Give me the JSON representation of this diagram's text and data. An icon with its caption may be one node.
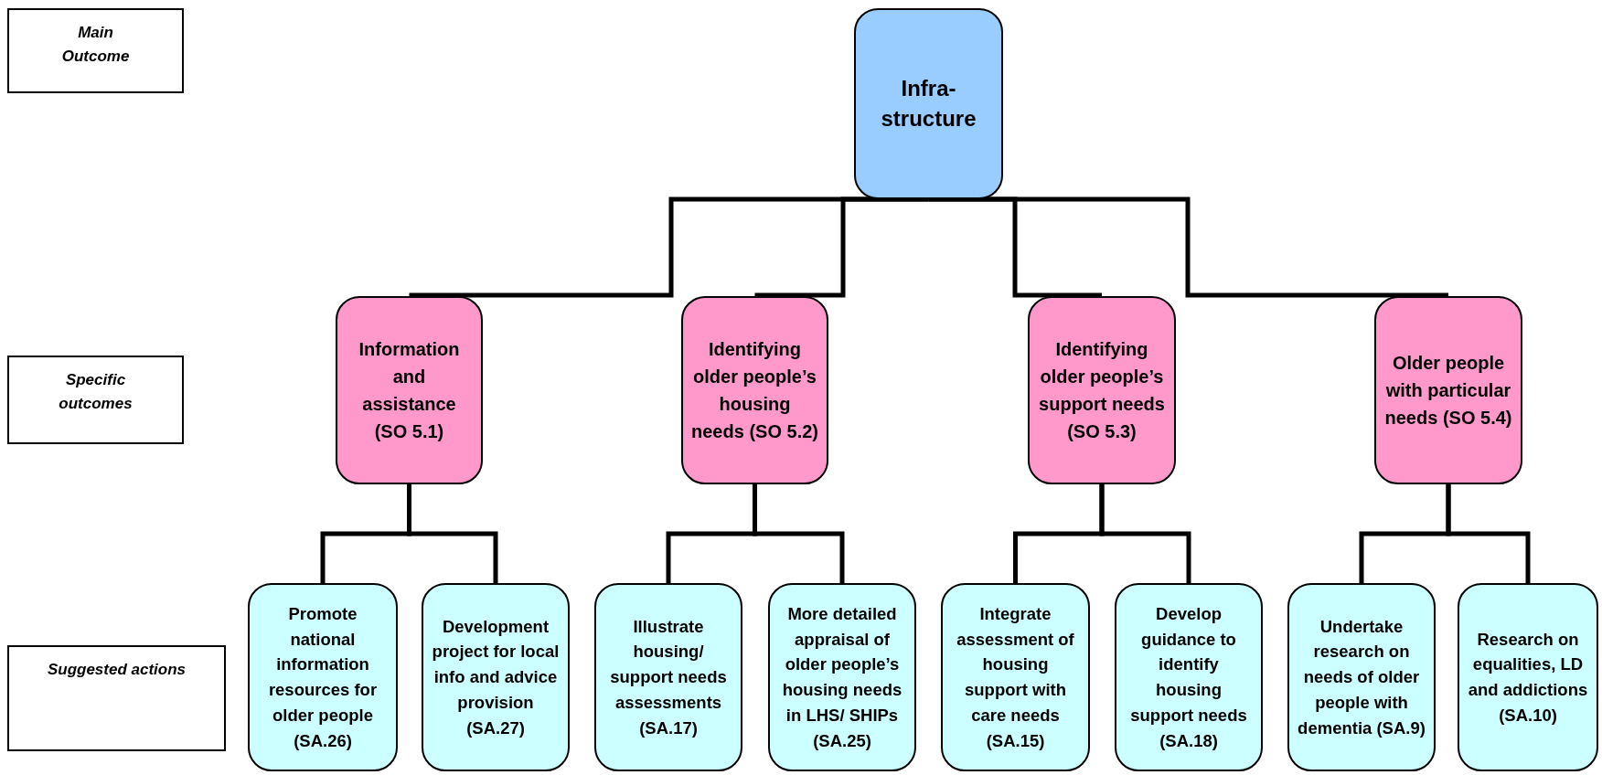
{
  "diagram": {
    "nodes": [
      {
        "text": [
          "Main Outcome"
        ]
      },
      {
        "text": [
          "Infra-structure"
        ]
      },
      {
        "text": [
          "Specific outcomes"
        ]
      },
      {
        "text": [
          "Information and assistance (SO 5.1)"
        ]
      },
      {
        "text": [
          "Identifying older people’s housing needs (SO 5.2)"
        ]
      },
      {
        "text": [
          "Identifying older people’s support needs (SO 5.3)"
        ]
      },
      {
        "text": [
          "Older people with particular needs (SO 5.4)"
        ]
      },
      {
        "text": [
          "Suggested actions"
        ]
      },
      {
        "text": [
          "Promote national information resources for older people (SA.26)"
        ]
      },
      {
        "text": [
          "Development project for local info and advice provision (SA.27)"
        ]
      },
      {
        "text": [
          "Illustrate housing/ support needs assessments (SA.17)"
        ]
      },
      {
        "text": [
          "More detailed appraisal of older people’s housing needs in LHS/ SHIPs (SA.25)"
        ]
      },
      {
        "text": [
          "Integrate assessment of housing support with care needs (SA.15)"
        ]
      },
      {
        "text": [
          "Develop guidance to identify housing support needs (SA.18)"
        ]
      },
      {
        "text": [
          "Undertake research on needs of older people with dementia (SA.9)"
        ]
      },
      {
        "text": [
          "Research on equalities,  LD and addictions (SA.10)"
        ]
      }
    ],
    "edges": [
      {
        "from": 1,
        "to": 3,
        "arrow": "none"
      },
      {
        "from": 1,
        "to": 4,
        "arrow": "none"
      },
      {
        "from": 1,
        "to": 5,
        "arrow": "none"
      },
      {
        "from": 1,
        "to": 6,
        "arrow": "none"
      },
      {
        "from": 3,
        "to": 8,
        "arrow": "none"
      },
      {
        "from": 3,
        "to": 9,
        "arrow": "none"
      },
      {
        "from": 4,
        "to": 10,
        "arrow": "none"
      },
      {
        "from": 4,
        "to": 11,
        "arrow": "none"
      },
      {
        "from": 5,
        "to": 12,
        "arrow": "none"
      },
      {
        "from": 5,
        "to": 13,
        "arrow": "none"
      },
      {
        "from": 6,
        "to": 14,
        "arrow": "none"
      },
      {
        "from": 6,
        "to": 15,
        "arrow": "none"
      }
    ]
  }
}
